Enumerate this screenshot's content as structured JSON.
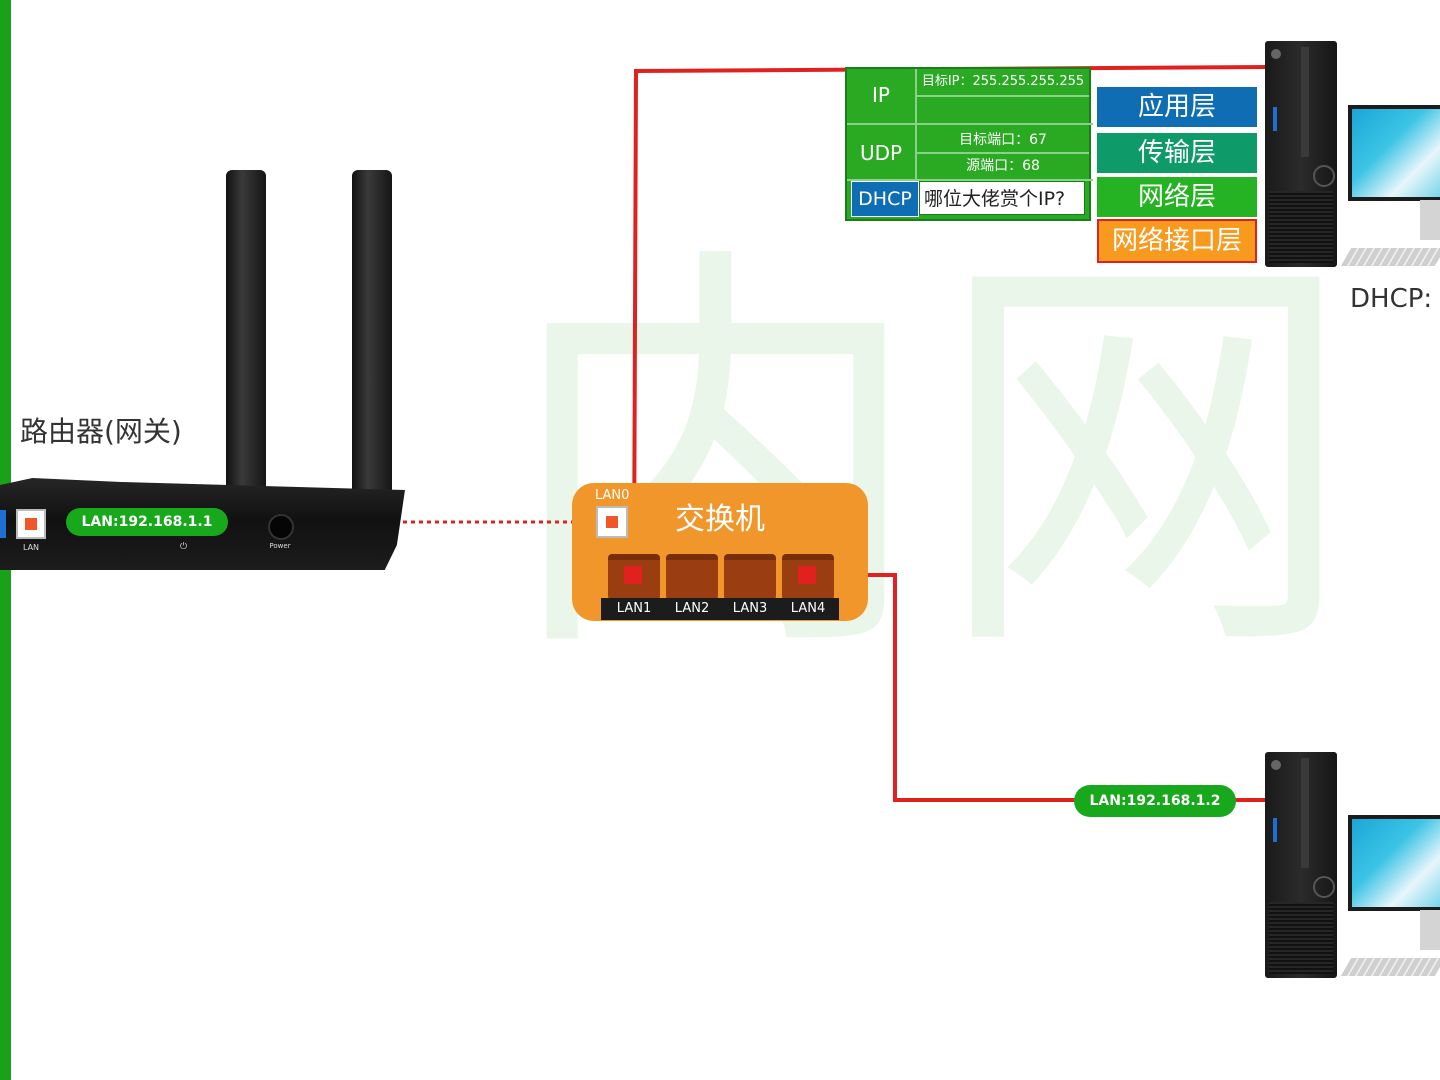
{
  "router": {
    "title": "路由器(网关)",
    "lan_ip": "LAN:192.168.1.1",
    "port_label": "LAN",
    "power_label": "Power",
    "power_icon": "power-icon"
  },
  "switch": {
    "title": "交换机",
    "uplink_label": "LAN0",
    "ports": [
      "LAN1",
      "LAN2",
      "LAN3",
      "LAN4"
    ]
  },
  "packet": {
    "ip_label": "IP",
    "ip_target": "目标IP：255.255.255.255",
    "udp_label": "UDP",
    "udp_dst_port": "目标端口：67",
    "udp_src_port": "源端口：68",
    "dhcp_label": "DHCP",
    "dhcp_message": "哪位大佬赏个IP?"
  },
  "layers": [
    {
      "label": "应用层",
      "color": "#0e6db3"
    },
    {
      "label": "传输层",
      "color": "#0f9a6a"
    },
    {
      "label": "网络层",
      "color": "#25b323"
    },
    {
      "label": "网络接口层",
      "color": "#f79a1e"
    }
  ],
  "client_top": {
    "label": "DHCP:"
  },
  "client_bottom": {
    "lan_ip": "LAN:192.168.1.2"
  },
  "watermark": "内网",
  "colors": {
    "cable": "#e0211f",
    "green": "#1aa11a",
    "switch_orange": "#f1962a",
    "dark": "#1c1c1c"
  }
}
